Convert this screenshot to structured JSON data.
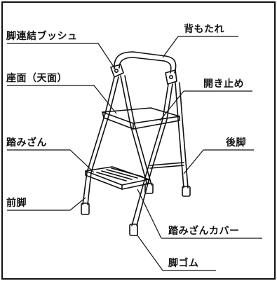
{
  "labels": {
    "leg_bushing": "脚連結ブッシュ",
    "backrest": "背もたれ",
    "seat": "座面（天面）",
    "open_stopper": "開き止め",
    "step": "踏みざん",
    "rear_leg": "後脚",
    "front_leg": "前脚",
    "step_cover": "踏みざんカバー",
    "leg_rubber": "脚ゴム"
  }
}
